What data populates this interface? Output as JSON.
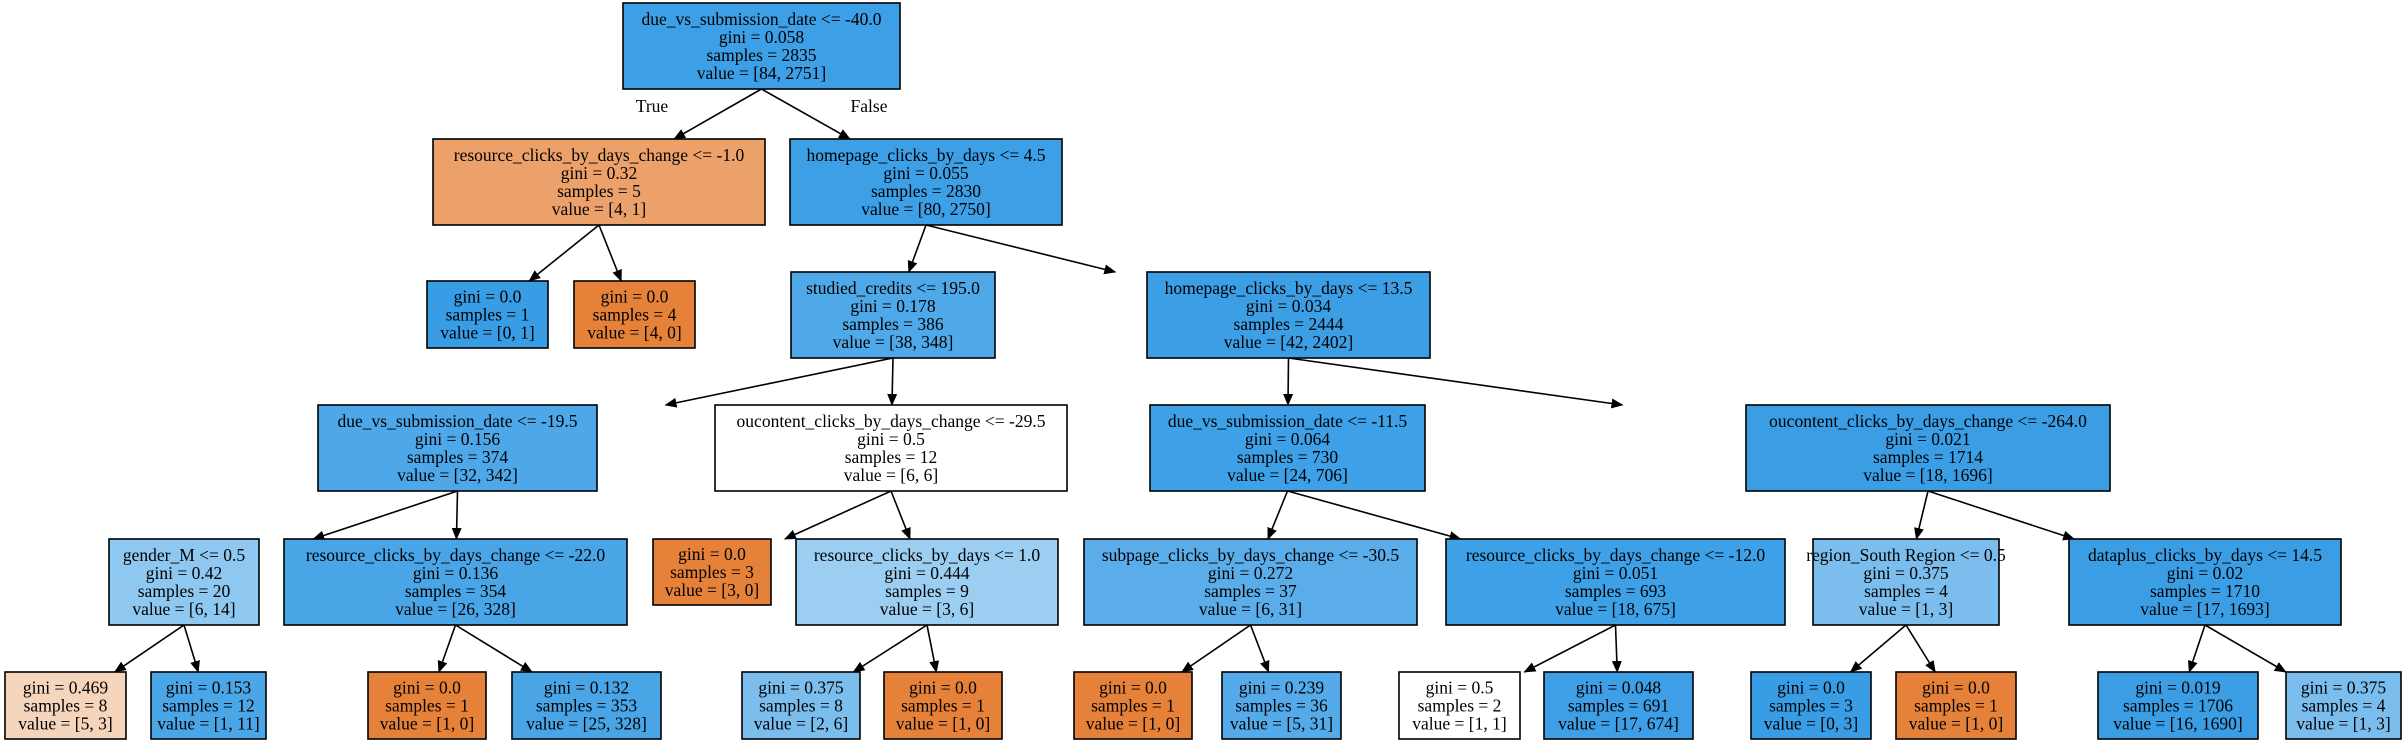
{
  "nodes": [
    {
      "id": "n0",
      "color": "#3d9fe6",
      "lines": [
        "due_vs_submission_date <= -40.0",
        "gini = 0.058",
        "samples = 2835",
        "value = [84, 2751]"
      ]
    },
    {
      "id": "n1",
      "color": "#eca06a",
      "lines": [
        "resource_clicks_by_days_change <= -1.0",
        "gini = 0.32",
        "samples = 5",
        "value = [4, 1]"
      ]
    },
    {
      "id": "n2",
      "color": "#399de5",
      "lines": [
        "gini = 0.0",
        "samples = 1",
        "value = [0, 1]"
      ]
    },
    {
      "id": "n3",
      "color": "#e58139",
      "lines": [
        "gini = 0.0",
        "samples = 4",
        "value = [4, 0]"
      ]
    },
    {
      "id": "n4",
      "color": "#3d9fe6",
      "lines": [
        "homepage_clicks_by_days <= 4.5",
        "gini = 0.055",
        "samples = 2830",
        "value = [80, 2750]"
      ]
    },
    {
      "id": "n5",
      "color": "#4fa8e8",
      "lines": [
        "studied_credits <= 195.0",
        "gini = 0.178",
        "samples = 386",
        "value = [38, 348]"
      ]
    },
    {
      "id": "n6",
      "color": "#4da7e8",
      "lines": [
        "due_vs_submission_date <= -19.5",
        "gini = 0.156",
        "samples = 374",
        "value = [32, 342]"
      ]
    },
    {
      "id": "n7",
      "color": "#8ec7f0",
      "lines": [
        "gender_M <= 0.5",
        "gini = 0.42",
        "samples = 20",
        "value = [6, 14]"
      ]
    },
    {
      "id": "n8",
      "color": "#f6d5bd",
      "lines": [
        "gini = 0.469",
        "samples = 8",
        "value = [5, 3]"
      ]
    },
    {
      "id": "n9",
      "color": "#4ba6e7",
      "lines": [
        "gini = 0.153",
        "samples = 12",
        "value = [1, 11]"
      ]
    },
    {
      "id": "n10",
      "color": "#4aa5e7",
      "lines": [
        "resource_clicks_by_days_change <= -22.0",
        "gini = 0.136",
        "samples = 354",
        "value = [26, 328]"
      ]
    },
    {
      "id": "n11",
      "color": "#e58139",
      "lines": [
        "gini = 0.0",
        "samples = 1",
        "value = [1, 0]"
      ]
    },
    {
      "id": "n12",
      "color": "#4aa5e7",
      "lines": [
        "gini = 0.132",
        "samples = 353",
        "value = [25, 328]"
      ]
    },
    {
      "id": "n13",
      "color": "#ffffff",
      "lines": [
        "oucontent_clicks_by_days_change <= -29.5",
        "gini = 0.5",
        "samples = 12",
        "value = [6, 6]"
      ]
    },
    {
      "id": "n14",
      "color": "#e58139",
      "lines": [
        "gini = 0.0",
        "samples = 3",
        "value = [3, 0]"
      ]
    },
    {
      "id": "n15",
      "color": "#9ccef2",
      "lines": [
        "resource_clicks_by_days <= 1.0",
        "gini = 0.444",
        "samples = 9",
        "value = [3, 6]"
      ]
    },
    {
      "id": "n16",
      "color": "#7bbeee",
      "lines": [
        "gini = 0.375",
        "samples = 8",
        "value = [2, 6]"
      ]
    },
    {
      "id": "n17",
      "color": "#e58139",
      "lines": [
        "gini = 0.0",
        "samples = 1",
        "value = [1, 0]"
      ]
    },
    {
      "id": "n18",
      "color": "#3c9ee5",
      "lines": [
        "homepage_clicks_by_days <= 13.5",
        "gini = 0.034",
        "samples = 2444",
        "value = [42, 2402]"
      ]
    },
    {
      "id": "n19",
      "color": "#3ea0e6",
      "lines": [
        "due_vs_submission_date <= -11.5",
        "gini = 0.064",
        "samples = 730",
        "value = [24, 706]"
      ]
    },
    {
      "id": "n20",
      "color": "#5aade9",
      "lines": [
        "subpage_clicks_by_days_change <= -30.5",
        "gini = 0.272",
        "samples = 37",
        "value = [6, 31]"
      ]
    },
    {
      "id": "n21",
      "color": "#e58139",
      "lines": [
        "gini = 0.0",
        "samples = 1",
        "value = [1, 0]"
      ]
    },
    {
      "id": "n22",
      "color": "#55abe9",
      "lines": [
        "gini = 0.239",
        "samples = 36",
        "value = [5, 31]"
      ]
    },
    {
      "id": "n23",
      "color": "#3ea0e6",
      "lines": [
        "resource_clicks_by_days_change <= -12.0",
        "gini = 0.051",
        "samples = 693",
        "value = [18, 675]"
      ]
    },
    {
      "id": "n24",
      "color": "#ffffff",
      "lines": [
        "gini = 0.5",
        "samples = 2",
        "value = [1, 1]"
      ]
    },
    {
      "id": "n25",
      "color": "#3e9fe6",
      "lines": [
        "gini = 0.048",
        "samples = 691",
        "value = [17, 674]"
      ]
    },
    {
      "id": "n26",
      "color": "#3b9ee5",
      "lines": [
        "oucontent_clicks_by_days_change <= -264.0",
        "gini = 0.021",
        "samples = 1714",
        "value = [18, 1696]"
      ]
    },
    {
      "id": "n27",
      "color": "#7bbeee",
      "lines": [
        "region_South Region <= 0.5",
        "gini = 0.375",
        "samples = 4",
        "value = [1, 3]"
      ]
    },
    {
      "id": "n28",
      "color": "#399de5",
      "lines": [
        "gini = 0.0",
        "samples = 3",
        "value = [0, 3]"
      ]
    },
    {
      "id": "n29",
      "color": "#e58139",
      "lines": [
        "gini = 0.0",
        "samples = 1",
        "value = [1, 0]"
      ]
    },
    {
      "id": "n30",
      "color": "#3b9ee5",
      "lines": [
        "dataplus_clicks_by_days <= 14.5",
        "gini = 0.02",
        "samples = 1710",
        "value = [17, 1693]"
      ]
    },
    {
      "id": "n31",
      "color": "#3b9ee5",
      "lines": [
        "gini = 0.019",
        "samples = 1706",
        "value = [16, 1690]"
      ]
    },
    {
      "id": "n32",
      "color": "#7bbeee",
      "lines": [
        "gini = 0.375",
        "samples = 4",
        "value = [1, 3]"
      ]
    }
  ],
  "edges": [
    {
      "from": "n0",
      "to": "n1",
      "label": "True"
    },
    {
      "from": "n0",
      "to": "n4",
      "label": "False"
    },
    {
      "from": "n1",
      "to": "n2",
      "label": ""
    },
    {
      "from": "n1",
      "to": "n3",
      "label": ""
    },
    {
      "from": "n4",
      "to": "n5",
      "label": ""
    },
    {
      "from": "n4",
      "to": "n18",
      "label": ""
    },
    {
      "from": "n5",
      "to": "n6",
      "label": ""
    },
    {
      "from": "n5",
      "to": "n13",
      "label": ""
    },
    {
      "from": "n6",
      "to": "n7",
      "label": ""
    },
    {
      "from": "n6",
      "to": "n10",
      "label": ""
    },
    {
      "from": "n7",
      "to": "n8",
      "label": ""
    },
    {
      "from": "n7",
      "to": "n9",
      "label": ""
    },
    {
      "from": "n10",
      "to": "n11",
      "label": ""
    },
    {
      "from": "n10",
      "to": "n12",
      "label": ""
    },
    {
      "from": "n13",
      "to": "n14",
      "label": ""
    },
    {
      "from": "n13",
      "to": "n15",
      "label": ""
    },
    {
      "from": "n15",
      "to": "n16",
      "label": ""
    },
    {
      "from": "n15",
      "to": "n17",
      "label": ""
    },
    {
      "from": "n18",
      "to": "n19",
      "label": ""
    },
    {
      "from": "n18",
      "to": "n26",
      "label": ""
    },
    {
      "from": "n19",
      "to": "n20",
      "label": ""
    },
    {
      "from": "n19",
      "to": "n23",
      "label": ""
    },
    {
      "from": "n20",
      "to": "n21",
      "label": ""
    },
    {
      "from": "n20",
      "to": "n22",
      "label": ""
    },
    {
      "from": "n23",
      "to": "n24",
      "label": ""
    },
    {
      "from": "n23",
      "to": "n25",
      "label": ""
    },
    {
      "from": "n26",
      "to": "n27",
      "label": ""
    },
    {
      "from": "n26",
      "to": "n30",
      "label": ""
    },
    {
      "from": "n27",
      "to": "n28",
      "label": ""
    },
    {
      "from": "n27",
      "to": "n29",
      "label": ""
    },
    {
      "from": "n30",
      "to": "n31",
      "label": ""
    },
    {
      "from": "n30",
      "to": "n32",
      "label": ""
    }
  ]
}
